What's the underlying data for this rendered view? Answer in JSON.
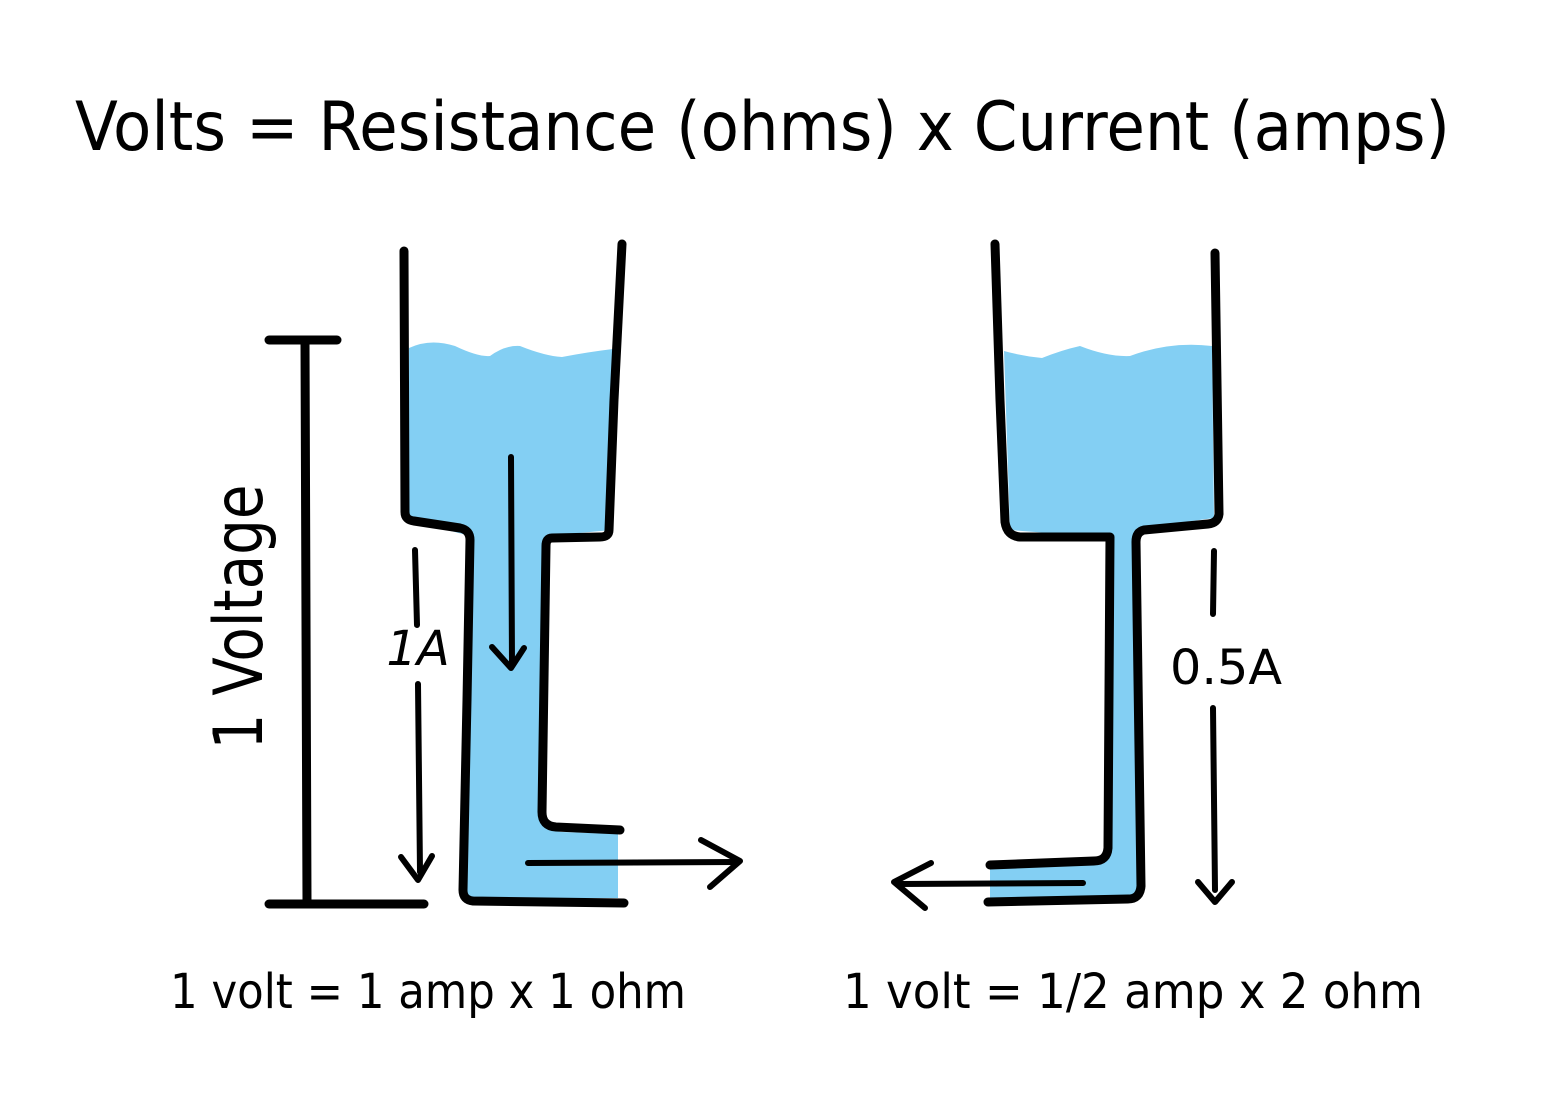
{
  "title": "Volts = Resistance (ohms) x Current (amps)",
  "voltage_label": "1 Voltage",
  "left": {
    "current_label": "1A",
    "equation": "1 volt = 1 amp x 1 ohm"
  },
  "right": {
    "current_label": "0.5A",
    "equation": "1 volt = 1/2 amp x 2 ohm"
  },
  "colors": {
    "water": "#83CFF3",
    "ink": "#000000",
    "background": "#FFFFFF"
  }
}
